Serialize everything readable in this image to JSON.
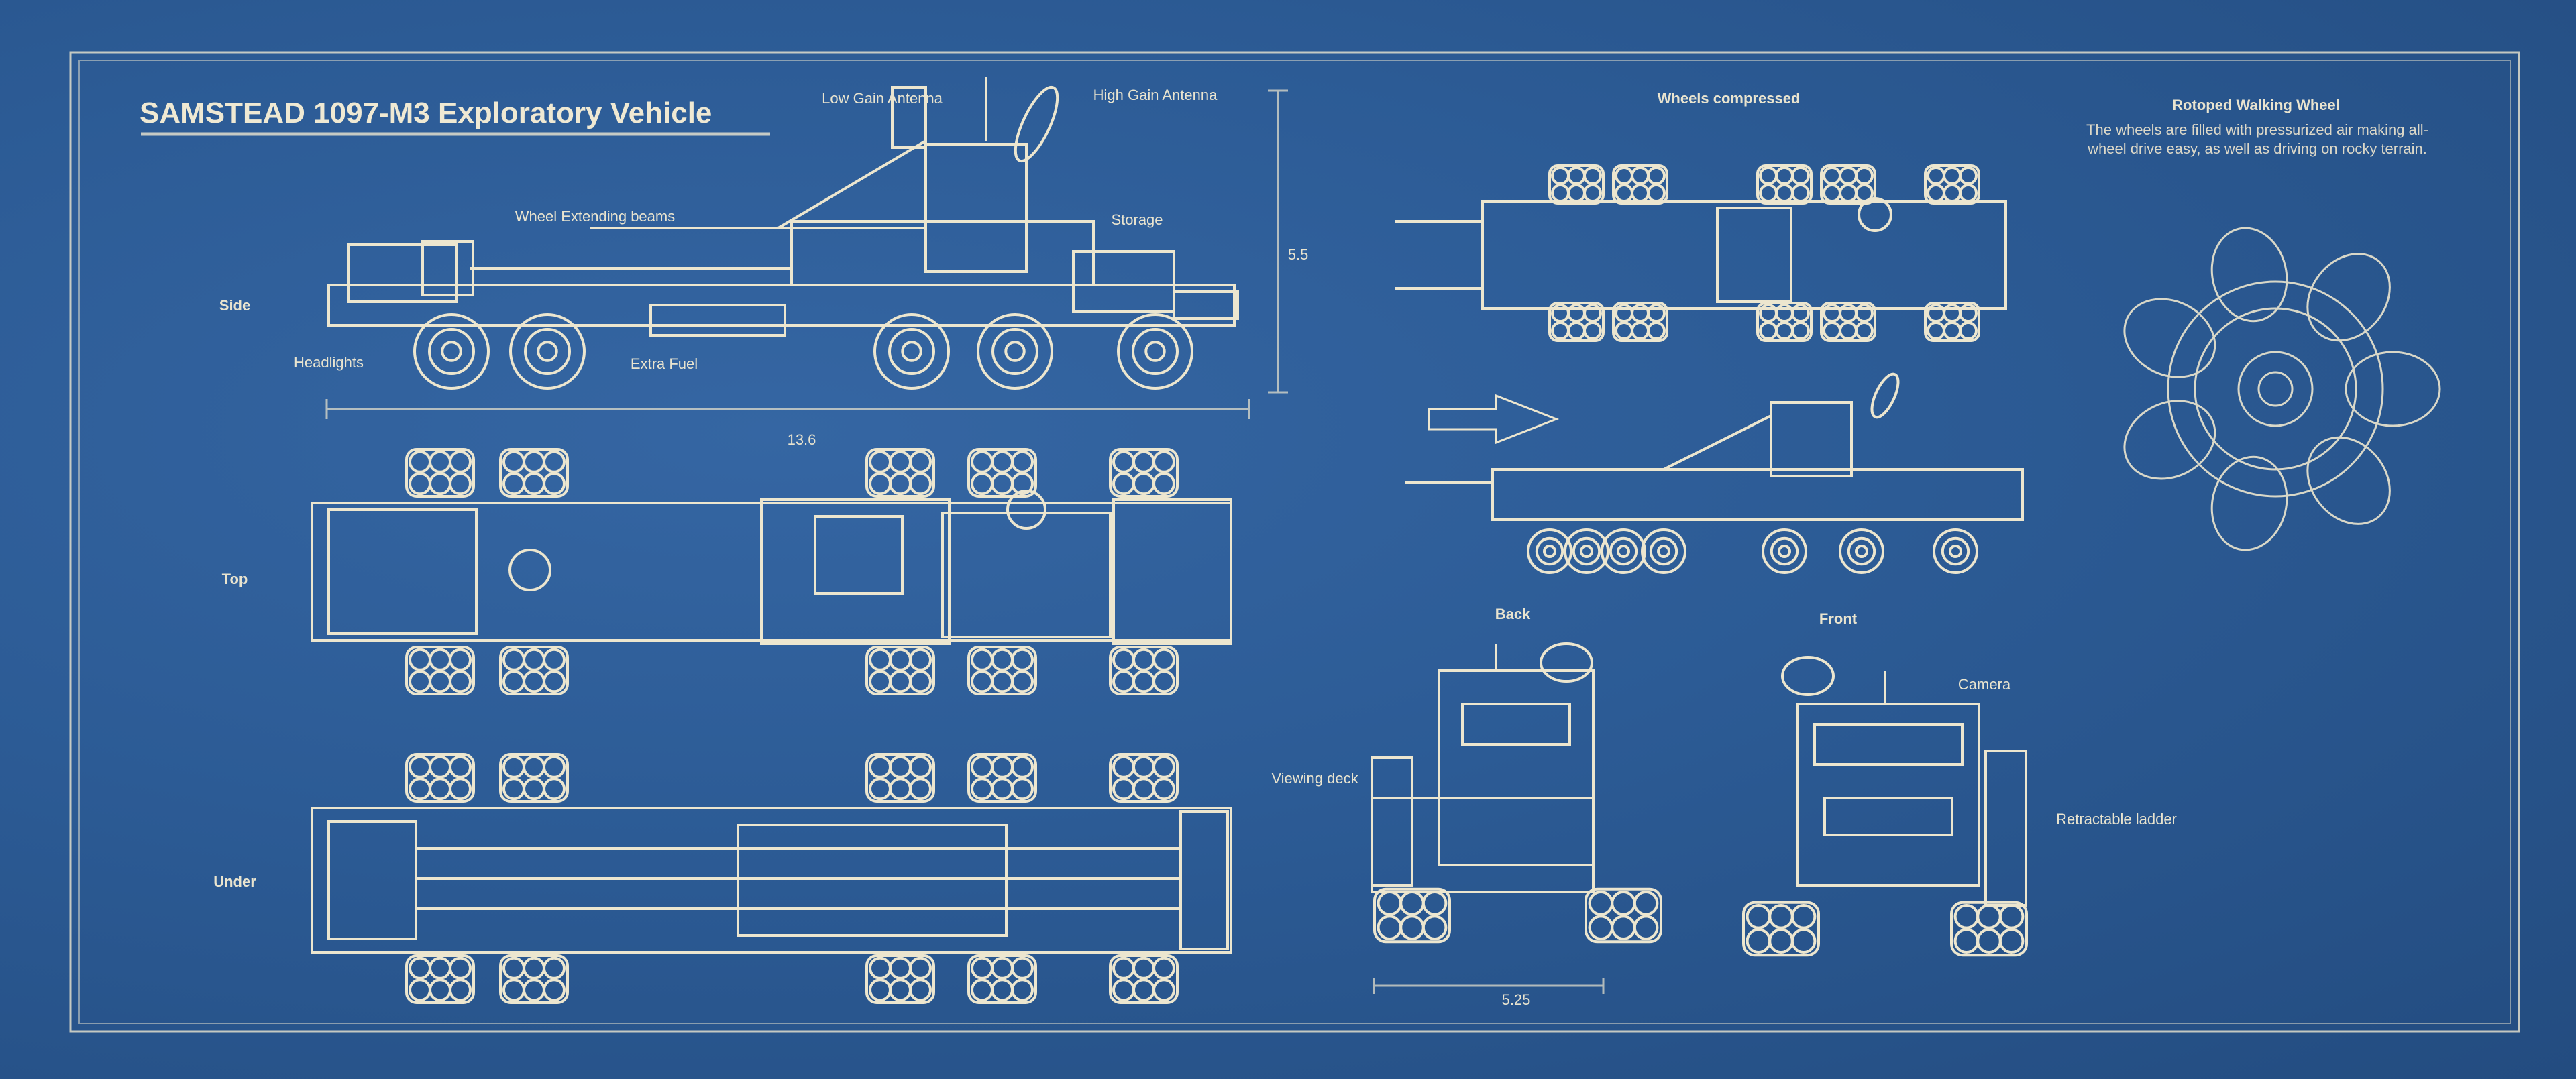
{
  "title": "SAMSTEAD 1097-M3 Exploratory Vehicle",
  "views": {
    "side": "Side",
    "top": "Top",
    "under": "Under",
    "compressed": "Wheels compressed",
    "back": "Back",
    "front": "Front"
  },
  "callouts": {
    "low_gain": "Low Gain Antenna",
    "high_gain": "High Gain Antenna",
    "beams": "Wheel Extending beams",
    "storage": "Storage",
    "headlights": "Headlights",
    "fuel": "Extra Fuel",
    "camera": "Camera",
    "deck": "Viewing deck",
    "ladder": "Retractable ladder"
  },
  "dimensions": {
    "height": "5.5",
    "length": "13.6",
    "width": "5.25"
  },
  "wheel_panel": {
    "title": "Rotoped Walking Wheel",
    "description": "The wheels are filled with pressurized air making all-wheel drive easy, as well as driving on rocky terrain."
  },
  "colors": {
    "paper": "#2b5991",
    "ink": "#ece6cf"
  }
}
